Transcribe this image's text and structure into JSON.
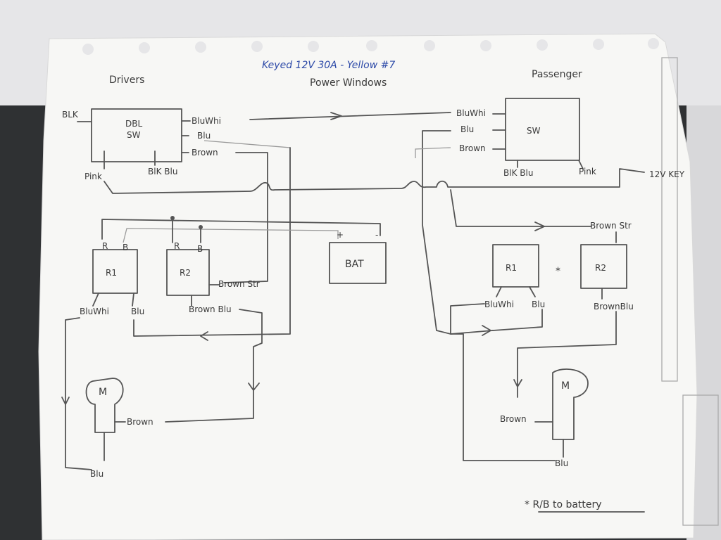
{
  "header": {
    "blue_note": "Keyed 12V 30A - Yellow #7",
    "title": "Power Windows",
    "left_heading": "Drivers",
    "right_heading": "Passenger"
  },
  "driver": {
    "switch_label_line1": "DBL",
    "switch_label_line2": "SW",
    "blk": "BLK",
    "pin_bluwhi": "BluWhi",
    "pin_blu": "Blu",
    "pin_brown": "Brown",
    "pink": "Pink",
    "blkblu": "BlK Blu",
    "r1": "R1",
    "r2": "R2",
    "r1_r": "R",
    "r1_b": "B",
    "r2_r": "R",
    "r2_b": "B",
    "r1_bluwhi": "BluWhi",
    "r1_blu": "Blu",
    "r2_brownstr": "Brown Str",
    "r2_brownblu": "Brown Blu",
    "motor": "M",
    "motor_brown": "Brown",
    "motor_blu": "Blu"
  },
  "battery": {
    "label": "BAT",
    "plus": "+",
    "minus": "-"
  },
  "passenger": {
    "switch_label": "SW",
    "pin_bluwhi": "BluWhi",
    "pin_blu": "Blu",
    "pin_brown": "Brown",
    "blkblu": "BlK Blu",
    "pink": "Pink",
    "key": "12V KEY",
    "brownstr": "Brown Str",
    "r1": "R1",
    "r2": "R2",
    "star": "*",
    "r1_bluwhi": "BluWhi",
    "r1_blu": "Blu",
    "r2_brownblu": "BrownBlu",
    "motor": "M",
    "motor_brown": "Brown",
    "motor_blu": "Blu"
  },
  "footnote": "* R/B to battery"
}
